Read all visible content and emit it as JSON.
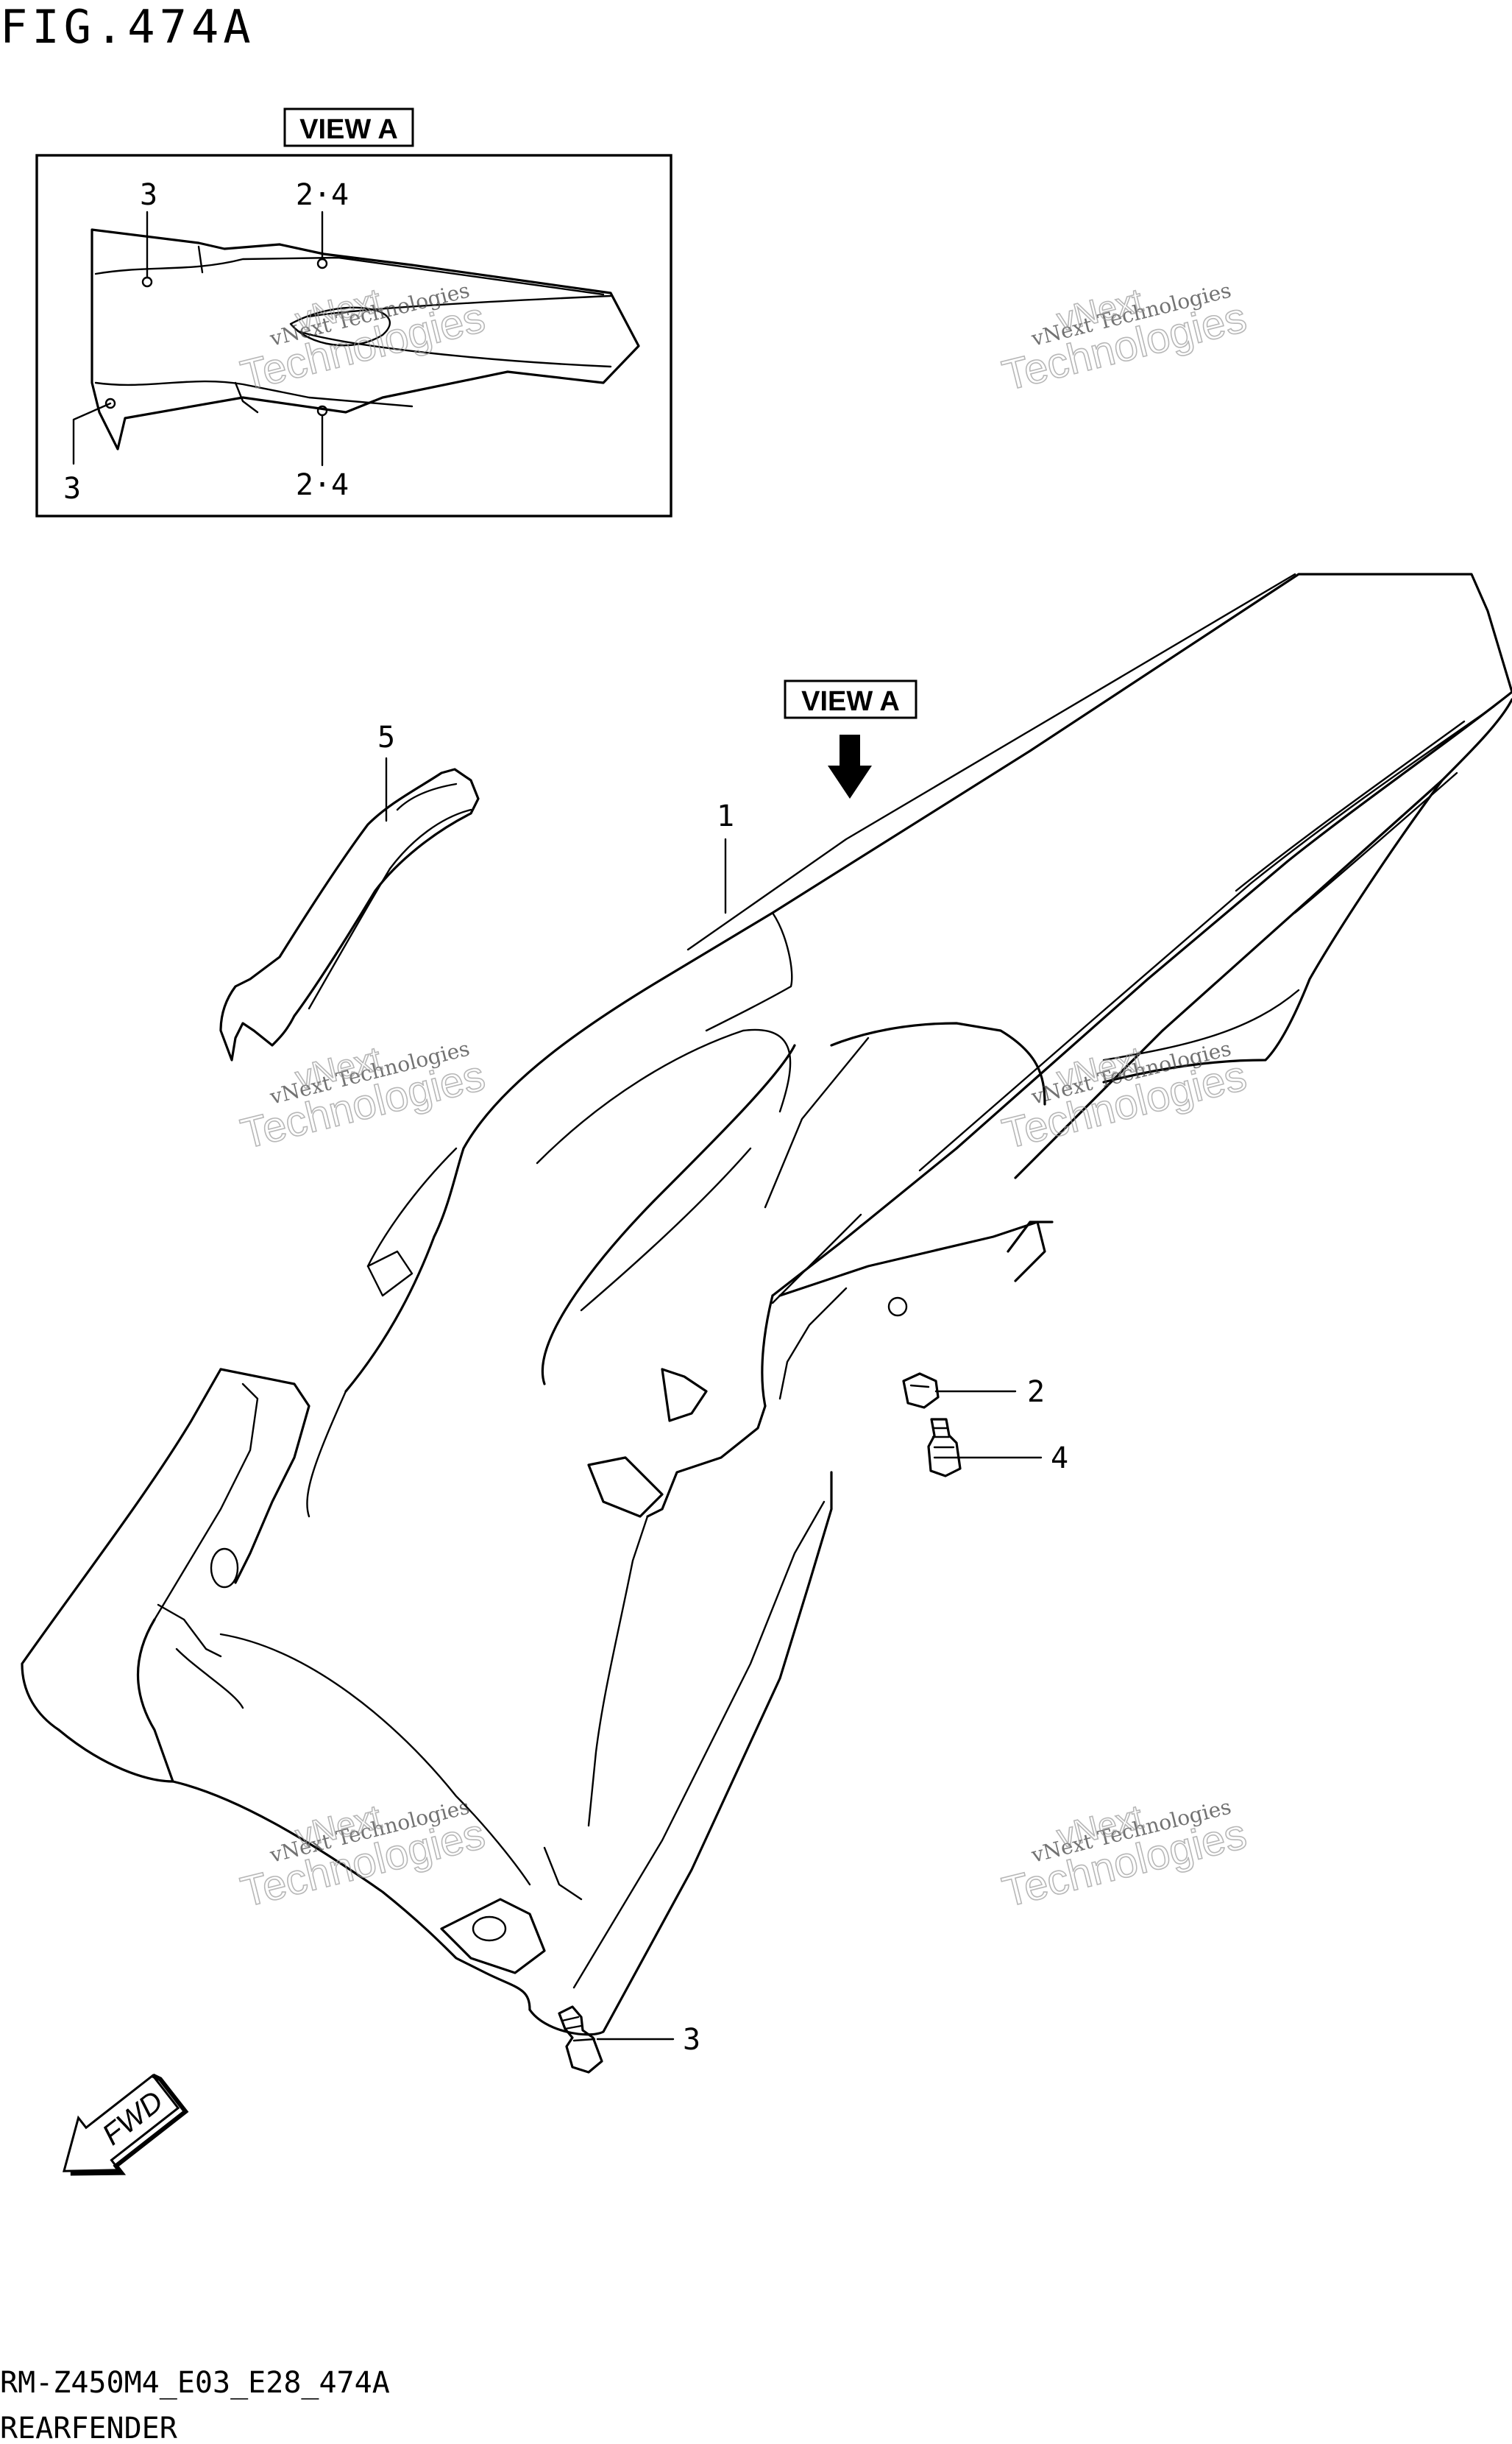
{
  "figure_title": "FIG.474A",
  "view_label": "VIEW A",
  "view_label_arrow": "VIEW A",
  "fwd_label": "FWD",
  "footer_code": "RM-Z450M4_E03_E28_474A",
  "footer_name": "REARFENDER",
  "callouts": {
    "inset_3_top": "3",
    "inset_24_top": "2·4",
    "inset_3_bottom": "3",
    "inset_24_bottom": "2·4",
    "part_1": "1",
    "part_2": "2",
    "part_3": "3",
    "part_4": "4",
    "part_5": "5"
  },
  "watermark": {
    "line1": "vNext Technologies",
    "line2_a": "vNext",
    "line2_b": "Technologies"
  },
  "icons": {
    "down_arrow": "down-arrow-icon",
    "fwd_arrow": "fwd-arrow-icon"
  }
}
